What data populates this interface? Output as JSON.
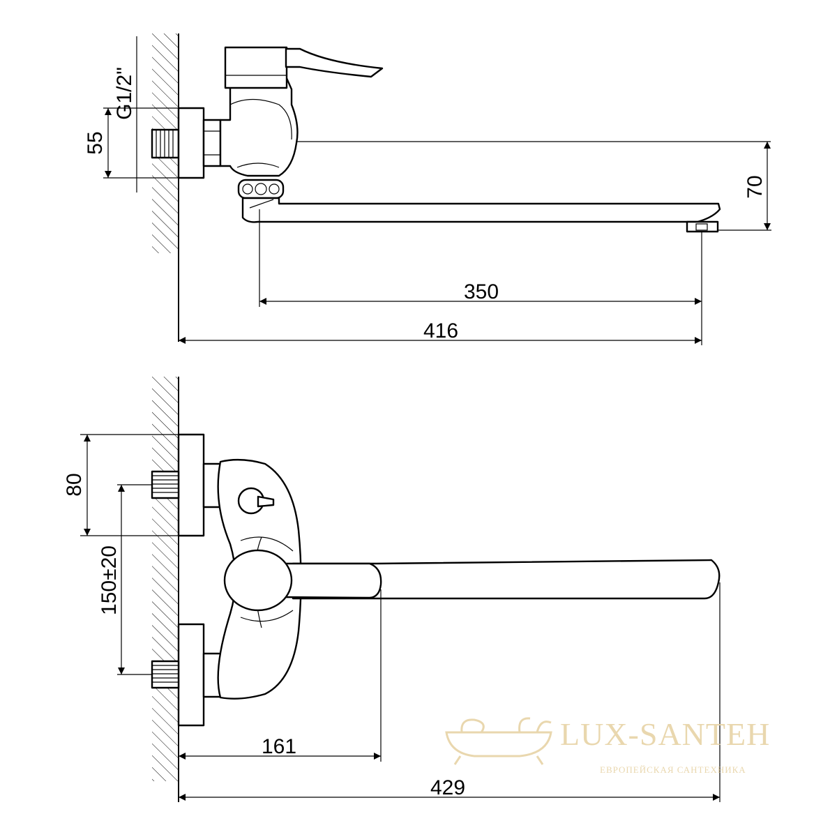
{
  "top_view": {
    "dimensions": {
      "thread": "G1/2\"",
      "height": "55",
      "spout_height": "70",
      "spout_reach": "350",
      "total_length": "416"
    }
  },
  "front_view": {
    "dimensions": {
      "flange_height": "80",
      "inlet_spacing": "150±20",
      "handle_offset": "161",
      "total_length": "429"
    }
  },
  "watermark": {
    "brand": "LUX-SANTEH",
    "tagline": "ЕВРОПЕЙСКАЯ САНТЕХНИКА",
    "color": "#e7d3a6"
  }
}
